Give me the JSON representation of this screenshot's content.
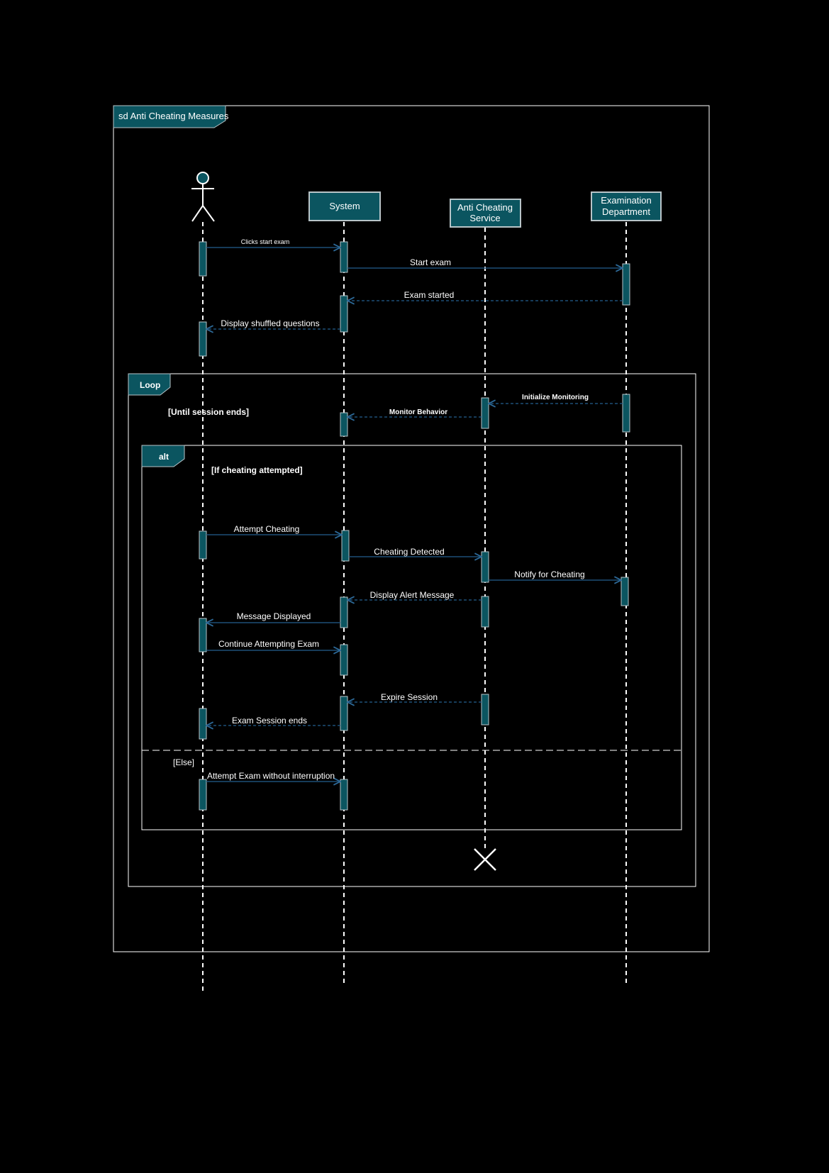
{
  "frame": {
    "title": "sd Anti Cheating Measures"
  },
  "participants": [
    {
      "id": "actor",
      "kind": "actor",
      "lines": []
    },
    {
      "id": "system",
      "kind": "box",
      "lines": [
        "System"
      ]
    },
    {
      "id": "anti_cheating_service",
      "kind": "box",
      "lines": [
        "Anti Cheating",
        "Service"
      ]
    },
    {
      "id": "examination_department",
      "kind": "box",
      "lines": [
        "Examination",
        "Department"
      ]
    }
  ],
  "fragments": {
    "loop": {
      "label": "Loop",
      "guard": "[Until session ends]"
    },
    "alt": {
      "label": "alt",
      "guard": "[If cheating attempted]",
      "else_guard": "[Else]"
    }
  },
  "messages": [
    {
      "from": "actor",
      "to": "system",
      "label": "Clicks start exam",
      "style": "solid"
    },
    {
      "from": "system",
      "to": "examination_department",
      "label": "Start exam",
      "style": "solid"
    },
    {
      "from": "examination_department",
      "to": "system",
      "label": "Exam started",
      "style": "dashed"
    },
    {
      "from": "system",
      "to": "actor",
      "label": "Display shuffled questions",
      "style": "dashed"
    },
    {
      "from": "examination_department",
      "to": "anti_cheating_service",
      "label": "Initialize Monitoring",
      "style": "dashed"
    },
    {
      "from": "anti_cheating_service",
      "to": "system",
      "label": "Monitor Behavior",
      "style": "dashed"
    },
    {
      "from": "actor",
      "to": "system",
      "label": "Attempt Cheating",
      "style": "solid"
    },
    {
      "from": "system",
      "to": "anti_cheating_service",
      "label": "Cheating Detected",
      "style": "solid"
    },
    {
      "from": "anti_cheating_service",
      "to": "examination_department",
      "label": "Notify for Cheating",
      "style": "solid"
    },
    {
      "from": "anti_cheating_service",
      "to": "system",
      "label": "Display Alert Message",
      "style": "dashed"
    },
    {
      "from": "system",
      "to": "actor",
      "label": "Message Displayed",
      "style": "solid"
    },
    {
      "from": "actor",
      "to": "system",
      "label": "Continue Attempting Exam",
      "style": "solid"
    },
    {
      "from": "anti_cheating_service",
      "to": "system",
      "label": "Expire Session",
      "style": "dashed"
    },
    {
      "from": "system",
      "to": "actor",
      "label": "Exam Session ends",
      "style": "dashed"
    },
    {
      "from": "actor",
      "to": "system",
      "label": "Attempt Exam without interruption",
      "style": "solid"
    }
  ],
  "colors": {
    "background": "#000000",
    "box_fill": "#0b5560",
    "box_stroke": "#b8c4c8",
    "frame_stroke": "#ffffff",
    "lifeline": "#ffffff",
    "arrow": "#1e4f77",
    "text": "#ffffff"
  }
}
